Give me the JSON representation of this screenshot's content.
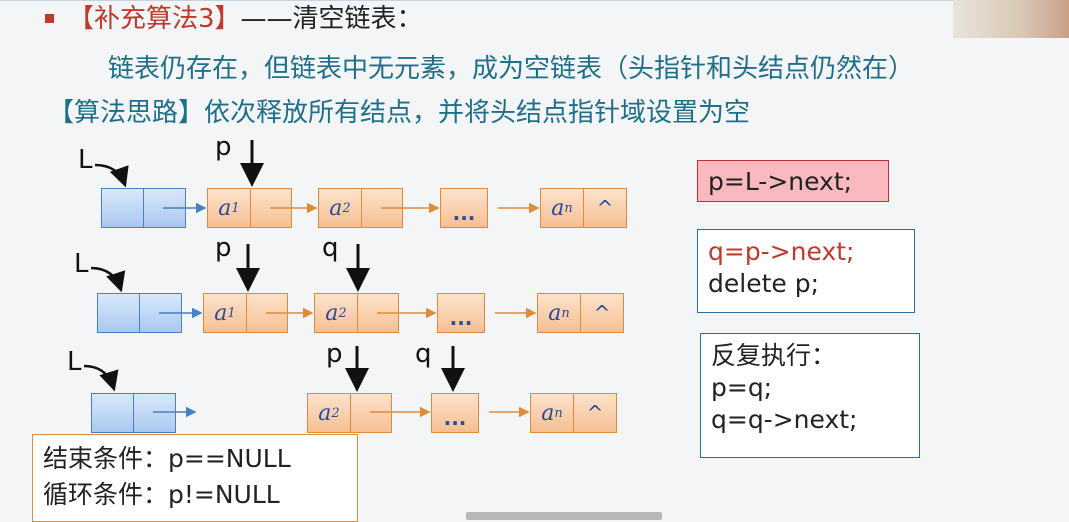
{
  "header": {
    "bracket_title": "【补充算法3】",
    "title_rest": "——清空链表：",
    "line2": "链表仍存在，但链表中无元素，成为空链表（头指针和头结点仍然在）",
    "line3": "【算法思路】依次释放所有结点，并将头结点指针域设置为空"
  },
  "diagram": {
    "head_label": "L",
    "p_label": "p",
    "q_label": "q",
    "a1": "a",
    "a1_sub": "1",
    "a2": "a",
    "a2_sub": "2",
    "an": "a",
    "an_sub": "n",
    "null_symbol": "^",
    "dots": "..."
  },
  "code": {
    "box1": "p=L->next;",
    "box2_line1": "q=p->next;",
    "box2_line2": "delete p;",
    "box3_line1": "反复执行：",
    "box3_line2": "p=q;",
    "box3_line3": "q=q->next;"
  },
  "conditions": {
    "end": "结束条件：p==NULL",
    "loop": "循环条件：p!=NULL"
  },
  "colors": {
    "accent_red": "#c0392b",
    "text_blue": "#1f6f8b",
    "node_orange": "#e08b3a",
    "node_blue": "#4a7fc1"
  }
}
